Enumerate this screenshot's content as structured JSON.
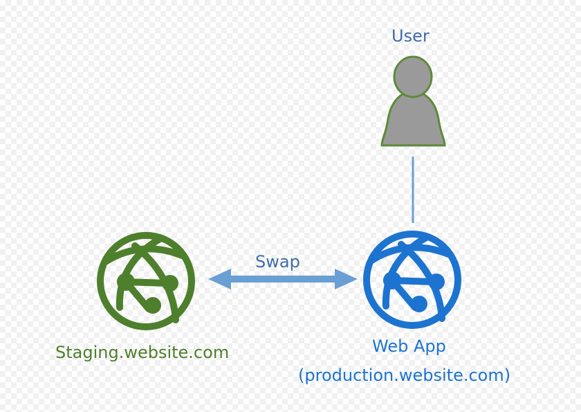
{
  "colors": {
    "staging_green": "#4e7f2c",
    "production_blue": "#1c74d0",
    "connector_blue": "#6a9fd4",
    "user_gray": "#9a9a9a",
    "user_outline": "#5d8a3a",
    "label_blue_dark": "#3f6da8"
  },
  "icons": {
    "user": "user-icon",
    "staging": "web-app-globe-icon",
    "production": "web-app-globe-icon"
  },
  "user": {
    "label": "User"
  },
  "swap": {
    "label": "Swap"
  },
  "staging": {
    "label": "Staging.website.com"
  },
  "production": {
    "label": "Web App",
    "url_label": "(production.website.com)"
  }
}
